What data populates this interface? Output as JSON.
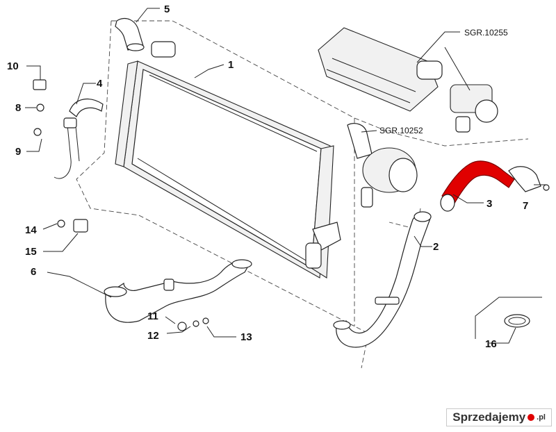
{
  "callouts": [
    {
      "id": "1",
      "text": "1"
    },
    {
      "id": "2",
      "text": "2"
    },
    {
      "id": "3",
      "text": "3"
    },
    {
      "id": "4",
      "text": "4"
    },
    {
      "id": "5",
      "text": "5"
    },
    {
      "id": "6",
      "text": "6"
    },
    {
      "id": "7",
      "text": "7"
    },
    {
      "id": "8",
      "text": "8"
    },
    {
      "id": "9",
      "text": "9"
    },
    {
      "id": "10",
      "text": "10"
    },
    {
      "id": "11",
      "text": "11"
    },
    {
      "id": "12",
      "text": "12"
    },
    {
      "id": "13",
      "text": "13"
    },
    {
      "id": "14",
      "text": "14"
    },
    {
      "id": "15",
      "text": "15"
    },
    {
      "id": "16",
      "text": "16"
    }
  ],
  "references": {
    "manifold": "SGR.10255",
    "turbo": "SGR.10252"
  },
  "watermark": {
    "text": "Sprzedajemy",
    "suffix": ".pl"
  },
  "colors": {
    "highlight": "#e00000",
    "line": "#222222"
  }
}
